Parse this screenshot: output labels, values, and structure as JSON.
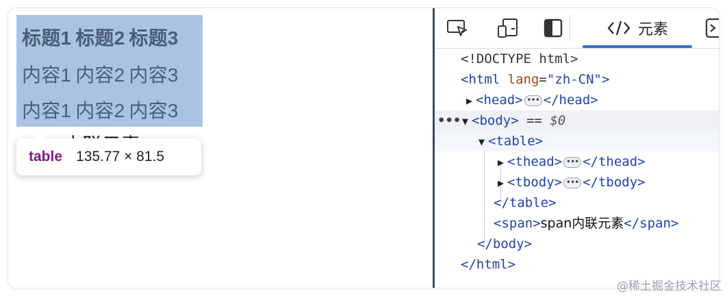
{
  "preview": {
    "headers": [
      "标题1",
      "标题2",
      "标题3"
    ],
    "rows": [
      [
        "内容1",
        "内容2",
        "内容3"
      ],
      [
        "内容1",
        "内容2",
        "内容3"
      ]
    ],
    "span_text": "span内联元素",
    "tooltip": {
      "tag": "table",
      "dimensions": "135.77 × 81.5"
    },
    "highlight_color": "#a9c3e3"
  },
  "devtools": {
    "tab_elements": "元素",
    "accent": "#2f6fd1",
    "icons": [
      "inspect-element-icon",
      "device-emulation-icon",
      "dock-side-icon",
      "code-icon",
      "console-icon"
    ],
    "dom": {
      "doctype": "<!DOCTYPE html>",
      "html_open": "<html",
      "lang_attr": "lang",
      "lang_val": "\"zh-CN\"",
      "html_close_bracket": ">",
      "head_open": "<head>",
      "head_close": "</head>",
      "body_open": "<body>",
      "body_eq": "==",
      "body_ref": "$0",
      "table_open": "<table>",
      "thead_open": "<thead>",
      "thead_close": "</thead>",
      "tbody_open": "<tbody>",
      "tbody_close": "</tbody>",
      "table_close": "</table>",
      "span_open": "<span>",
      "span_text": "span内联元素",
      "span_close": "</span>",
      "body_close": "</body>",
      "html_close": "</html>",
      "ellipsis": "•••",
      "row_dots": "•••"
    }
  },
  "watermark": "@稀土掘金技术社区"
}
